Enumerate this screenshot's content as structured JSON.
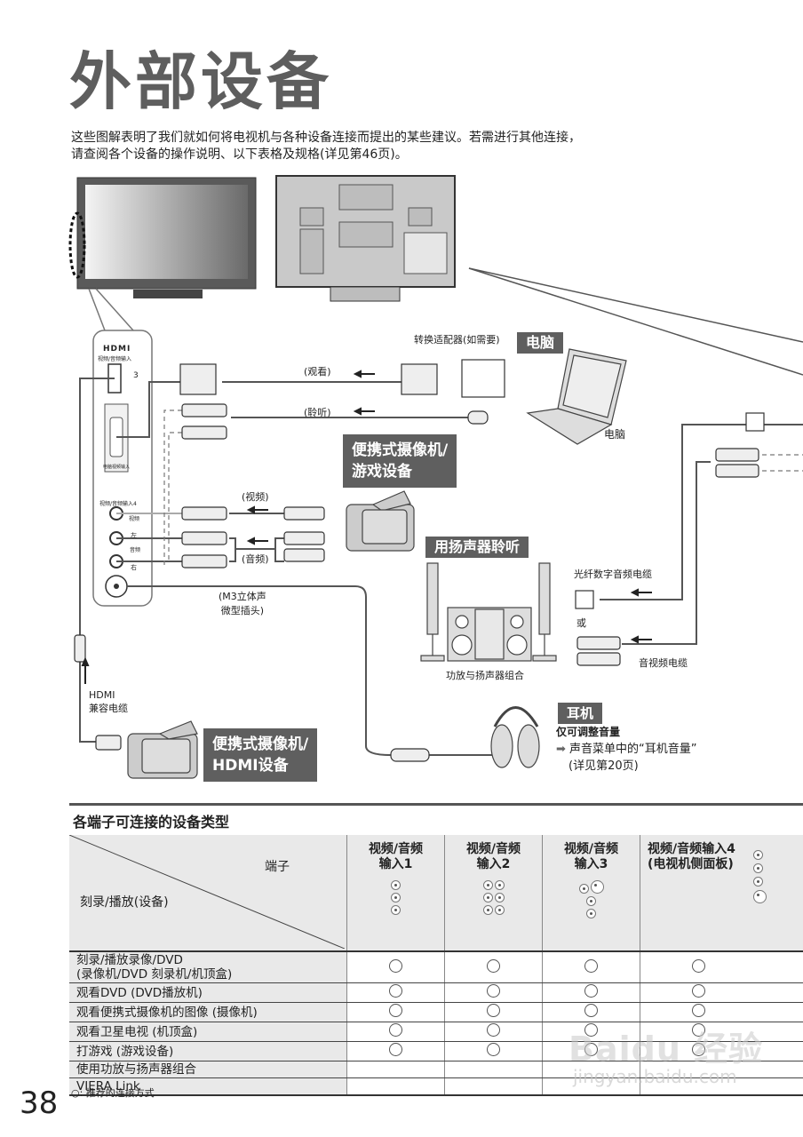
{
  "page": {
    "title": "外部设备",
    "intro_line1": "这些图解表明了我们就如何将电视机与各种设备连接而提出的某些建议。若需进行其他连接，",
    "intro_line2": "请查阅各个设备的操作说明、以下表格及规格(详见第46页)。",
    "page_number": "38"
  },
  "side_panel": {
    "hdmi_logo": "HDMI",
    "hdmi_sublabel": "视频/音频输入",
    "hdmi_port_number": "3",
    "pc_port_label": "电脑视频输入",
    "av4_label": "视频/音频输入4",
    "video_label": "视频",
    "left_label": "左",
    "audio_label": "音频",
    "right_label": "右"
  },
  "diagram": {
    "adapter_label": "转换适配器(如需要)",
    "watch_label": "(观看)",
    "listen_label": "(聆听)",
    "pc_tag": "电脑",
    "pc_caption": "电脑",
    "camcorder_game_tag_line1": "便携式摄像机/",
    "camcorder_game_tag_line2": "游戏设备",
    "video_label": "(视频)",
    "audio_label": "(音频)",
    "m3_label_line1": "(M3立体声",
    "m3_label_line2": "微型插头)",
    "speaker_tag": "用扬声器聆听",
    "optical_label": "光纤数字音频电缆",
    "or_label": "或",
    "av_cable_label": "音视频电缆",
    "amp_caption": "功放与扬声器组合",
    "hdmi_cable_line1": "HDMI",
    "hdmi_cable_line2": "兼容电缆",
    "camcorder_hdmi_tag_line1": "便携式摄像机/",
    "camcorder_hdmi_tag_line2": "HDMI设备",
    "headphone_tag": "耳机",
    "headphone_note_bold": "仅可调整音量",
    "headphone_note_line1": "声音菜单中的“耳机音量”",
    "headphone_note_line2": "(详见第20页)"
  },
  "table": {
    "title": "各端子可连接的设备类型",
    "corner_top": "端子",
    "corner_bottom": "刻录/播放(设备)",
    "columns": [
      {
        "line1": "视频/音频",
        "line2": "输入1"
      },
      {
        "line1": "视频/音频",
        "line2": "输入2"
      },
      {
        "line1": "视频/音频",
        "line2": "输入3"
      },
      {
        "line1": "视频/音频输入4",
        "line2": "(电视机侧面板)"
      }
    ],
    "rows": [
      {
        "label_line1": "刻录/播放录像/DVD",
        "label_line2": "(录像机/DVD 刻录机/机顶盒)",
        "marks": [
          true,
          true,
          true,
          true
        ]
      },
      {
        "label_line1": "观看DVD (DVD播放机)",
        "label_line2": "",
        "marks": [
          true,
          true,
          true,
          true
        ]
      },
      {
        "label_line1": "观看便携式摄像机的图像 (摄像机)",
        "label_line2": "",
        "marks": [
          true,
          true,
          true,
          true
        ]
      },
      {
        "label_line1": "观看卫星电视 (机顶盒)",
        "label_line2": "",
        "marks": [
          true,
          true,
          true,
          true
        ]
      },
      {
        "label_line1": "打游戏 (游戏设备)",
        "label_line2": "",
        "marks": [
          true,
          true,
          true,
          true
        ]
      },
      {
        "label_line1": "使用功放与扬声器组合",
        "label_line2": "",
        "marks": [
          false,
          false,
          false,
          false
        ]
      },
      {
        "label_line1": "VIERA Link",
        "label_line2": "",
        "marks": [
          false,
          false,
          false,
          false
        ]
      }
    ],
    "legend": "○: 推荐的连接方式"
  },
  "watermark": {
    "line1": "Baidu 经验",
    "line2": "jingyan.baidu.com"
  }
}
